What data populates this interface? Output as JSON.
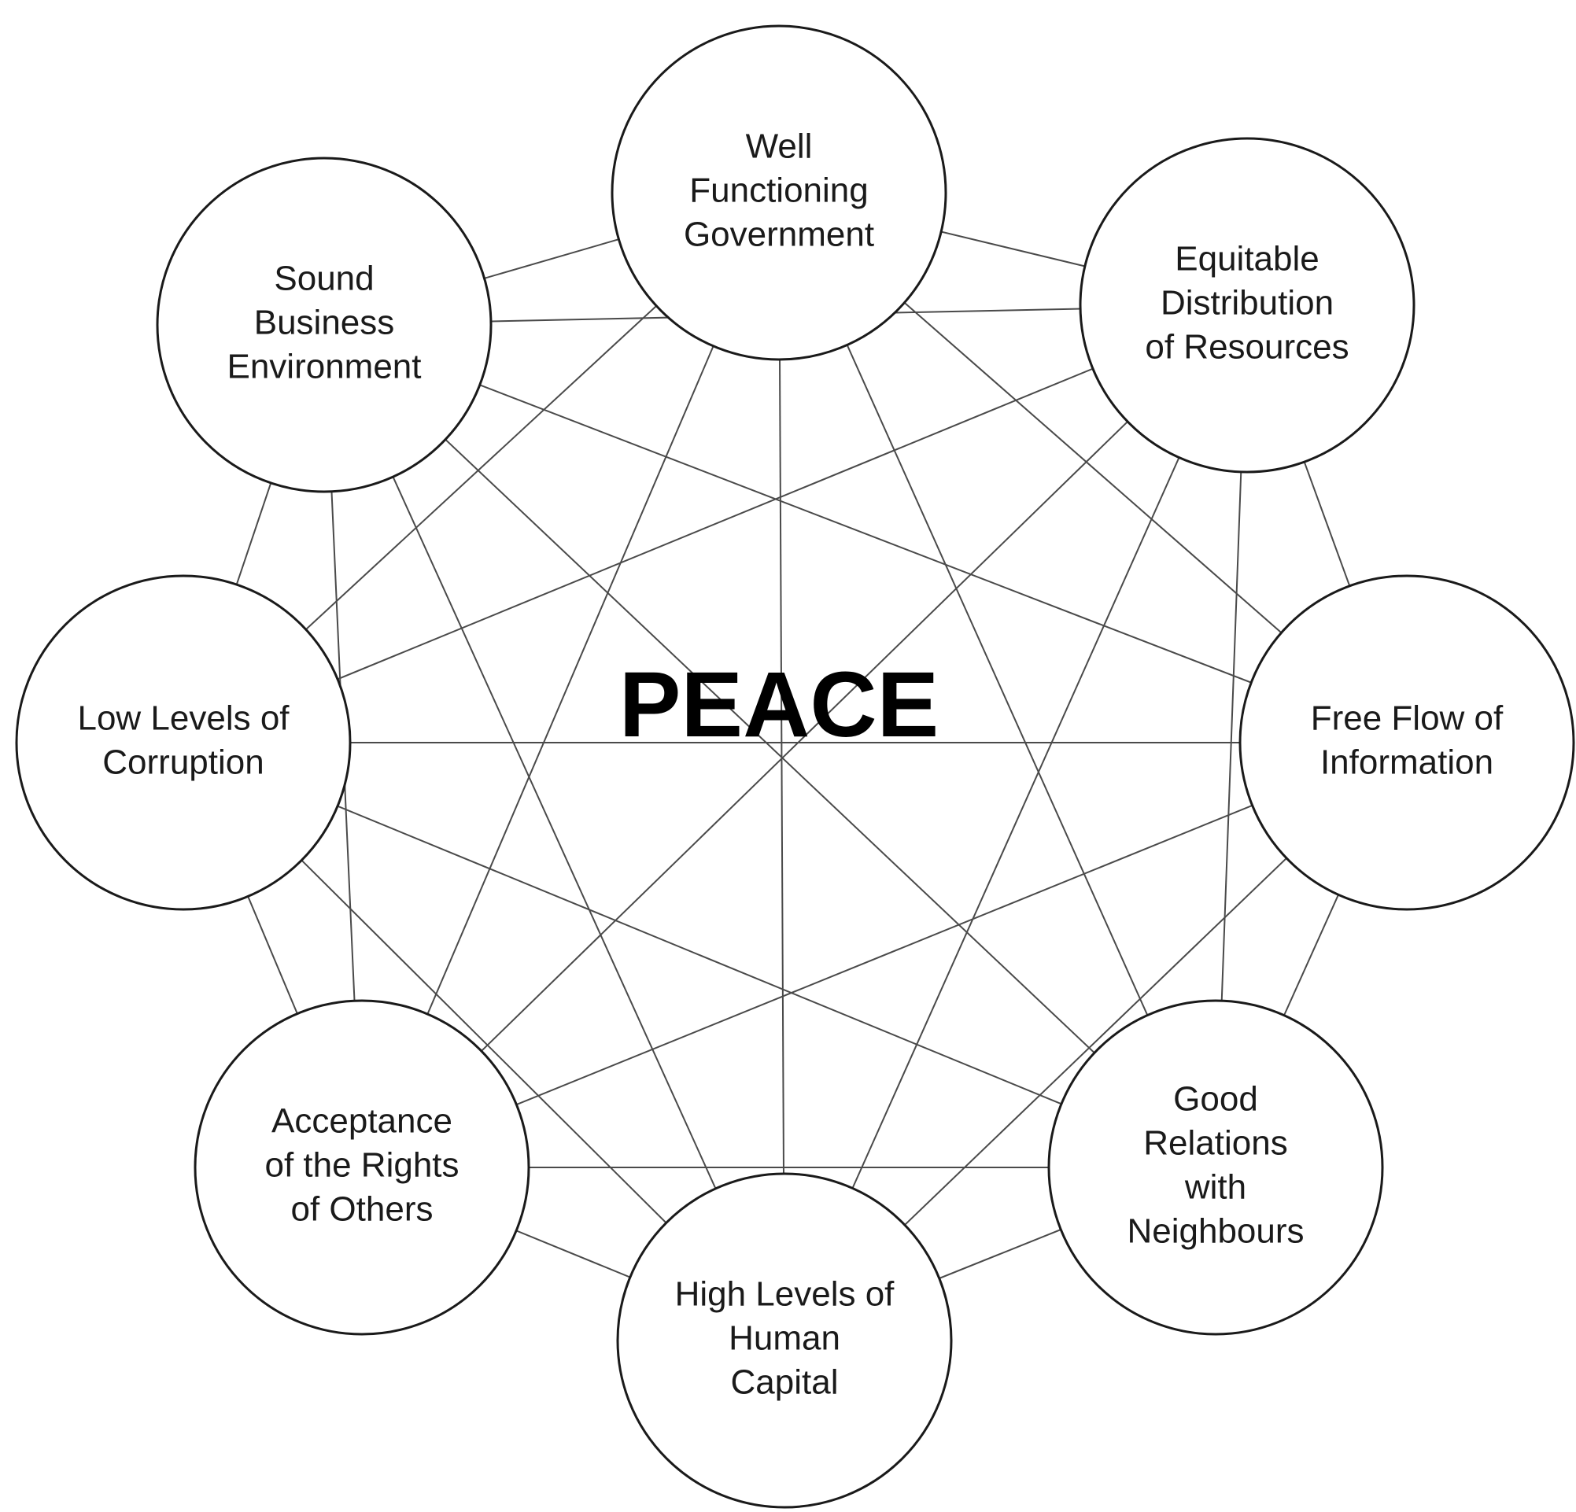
{
  "center": {
    "title": "PEACE"
  },
  "pillars": [
    {
      "id": "government",
      "lines": [
        "Well",
        "Functioning",
        "Government"
      ]
    },
    {
      "id": "resources",
      "lines": [
        "Equitable",
        "Distribution",
        "of Resources"
      ]
    },
    {
      "id": "information",
      "lines": [
        "Free Flow of",
        "Information"
      ]
    },
    {
      "id": "neighbours",
      "lines": [
        "Good",
        "Relations",
        "with",
        "Neighbours"
      ]
    },
    {
      "id": "human-capital",
      "lines": [
        "High Levels of",
        "Human",
        "Capital"
      ]
    },
    {
      "id": "rights",
      "lines": [
        "Acceptance",
        "of the Rights",
        "of Others"
      ]
    },
    {
      "id": "corruption",
      "lines": [
        "Low Levels of",
        "Corruption"
      ]
    },
    {
      "id": "business",
      "lines": [
        "Sound",
        "Business",
        "Environment"
      ]
    }
  ],
  "colors": {
    "line": "#4a4a4a",
    "circle_stroke": "#1a1a1a",
    "text": "#1a1a1a",
    "background": "#ffffff"
  }
}
